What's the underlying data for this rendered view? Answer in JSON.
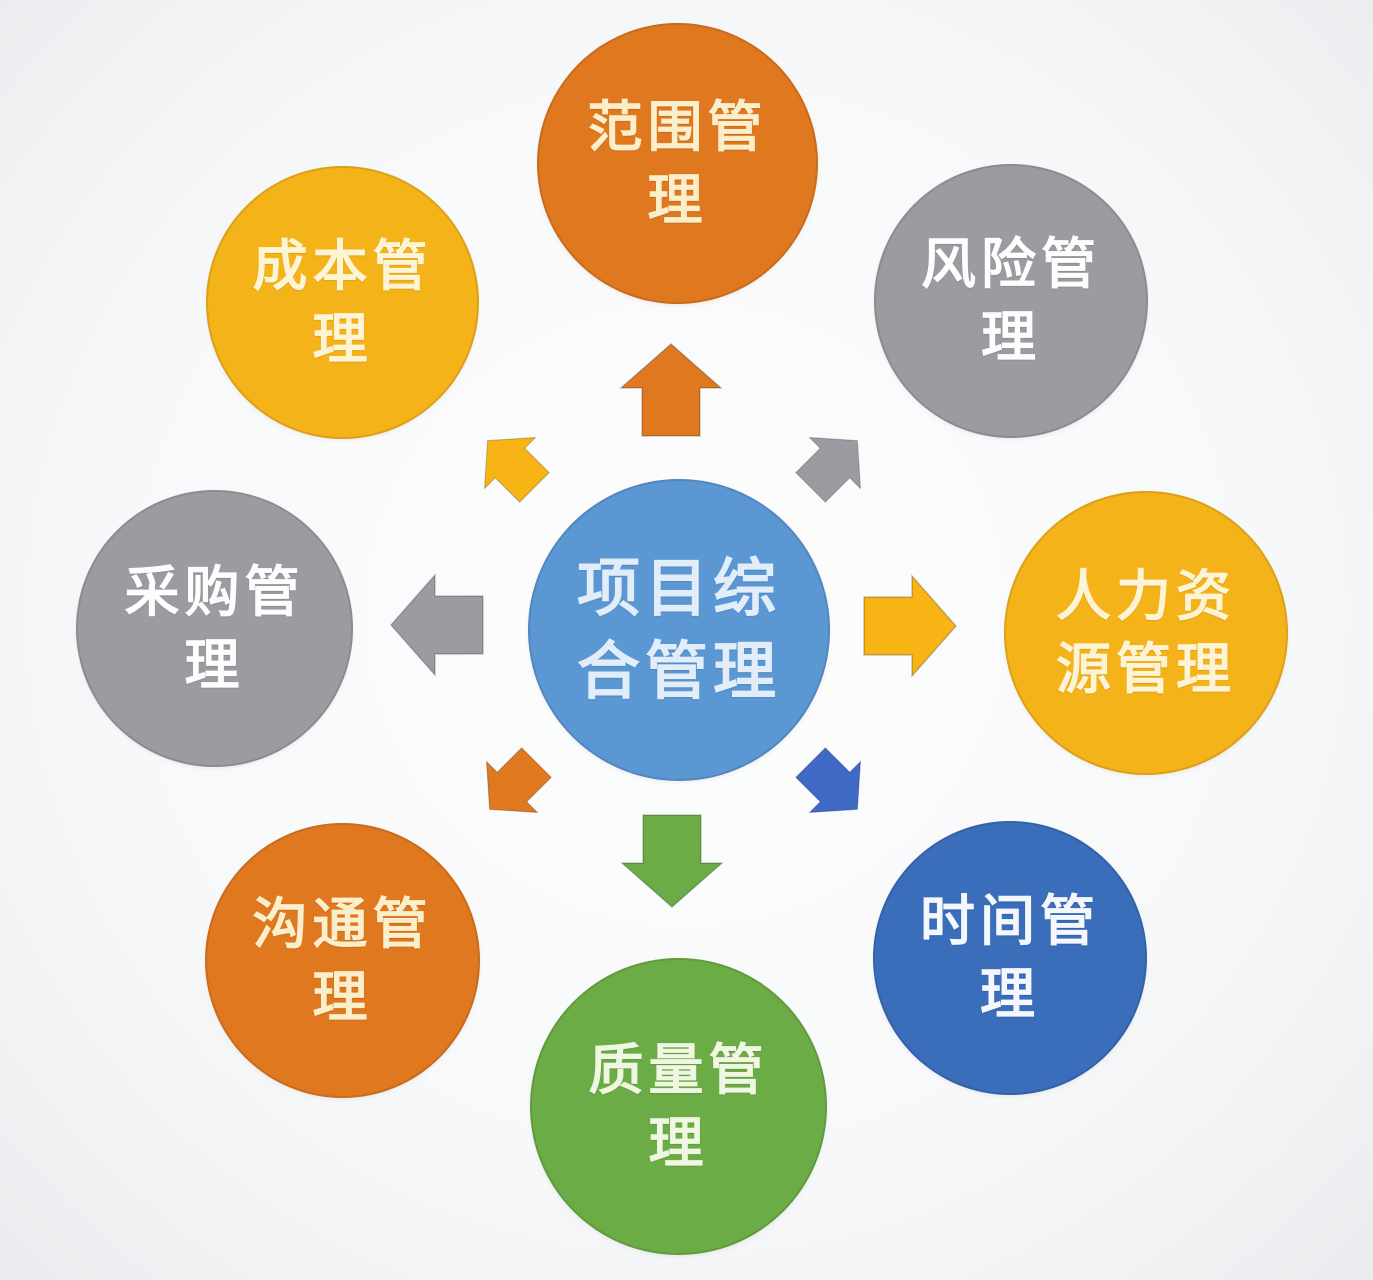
{
  "diagram": {
    "description_type": "hub-and-spoke",
    "center": {
      "name": "项目综合管理",
      "lines": [
        "项目综",
        "合管理"
      ],
      "color": "#5b97d3",
      "text_color": "#e2edfa"
    },
    "nodes": [
      {
        "name": "范围管理",
        "lines": [
          "范围管",
          "理"
        ],
        "position": "top",
        "color": "#e0781f",
        "text_color": "#fbeecb"
      },
      {
        "name": "风险管理",
        "lines": [
          "风险管",
          "理"
        ],
        "position": "top-right",
        "color": "#9b9ca1",
        "text_color": "#fdfdfd"
      },
      {
        "name": "人力资源管理",
        "lines": [
          "人力资",
          "源管理"
        ],
        "position": "right",
        "color": "#f5b31a",
        "text_color": "#fdf4d6"
      },
      {
        "name": "时间管理",
        "lines": [
          "时间管",
          "理"
        ],
        "position": "bottom-right",
        "color": "#3a6dba",
        "text_color": "#f4f7fc"
      },
      {
        "name": "质量管理",
        "lines": [
          "质量管",
          "理"
        ],
        "position": "bottom",
        "color": "#6cac46",
        "text_color": "#eff6e1"
      },
      {
        "name": "沟通管理",
        "lines": [
          "沟通管",
          "理"
        ],
        "position": "bottom-left",
        "color": "#e0781f",
        "text_color": "#fbeecb"
      },
      {
        "name": "采购管理",
        "lines": [
          "采购管",
          "理"
        ],
        "position": "left",
        "color": "#9b9ca1",
        "text_color": "#fdfdfd"
      },
      {
        "name": "成本管理",
        "lines": [
          "成本管",
          "理"
        ],
        "position": "top-left",
        "color": "#f5b31a",
        "text_color": "#fdf4d6"
      }
    ],
    "arrows": [
      {
        "direction": "up",
        "target": "范围管理",
        "color": "#e0781f"
      },
      {
        "direction": "up-right",
        "target": "风险管理",
        "color": "#9b9ca1"
      },
      {
        "direction": "right",
        "target": "人力资源管理",
        "color": "#f7b414"
      },
      {
        "direction": "down-right",
        "target": "时间管理",
        "color": "#3e69c5"
      },
      {
        "direction": "down",
        "target": "质量管理",
        "color": "#6cac46"
      },
      {
        "direction": "down-left",
        "target": "沟通管理",
        "color": "#e0781f"
      },
      {
        "direction": "left",
        "target": "采购管理",
        "color": "#9b9ca1"
      },
      {
        "direction": "up-left",
        "target": "成本管理",
        "color": "#f7b414"
      }
    ]
  }
}
